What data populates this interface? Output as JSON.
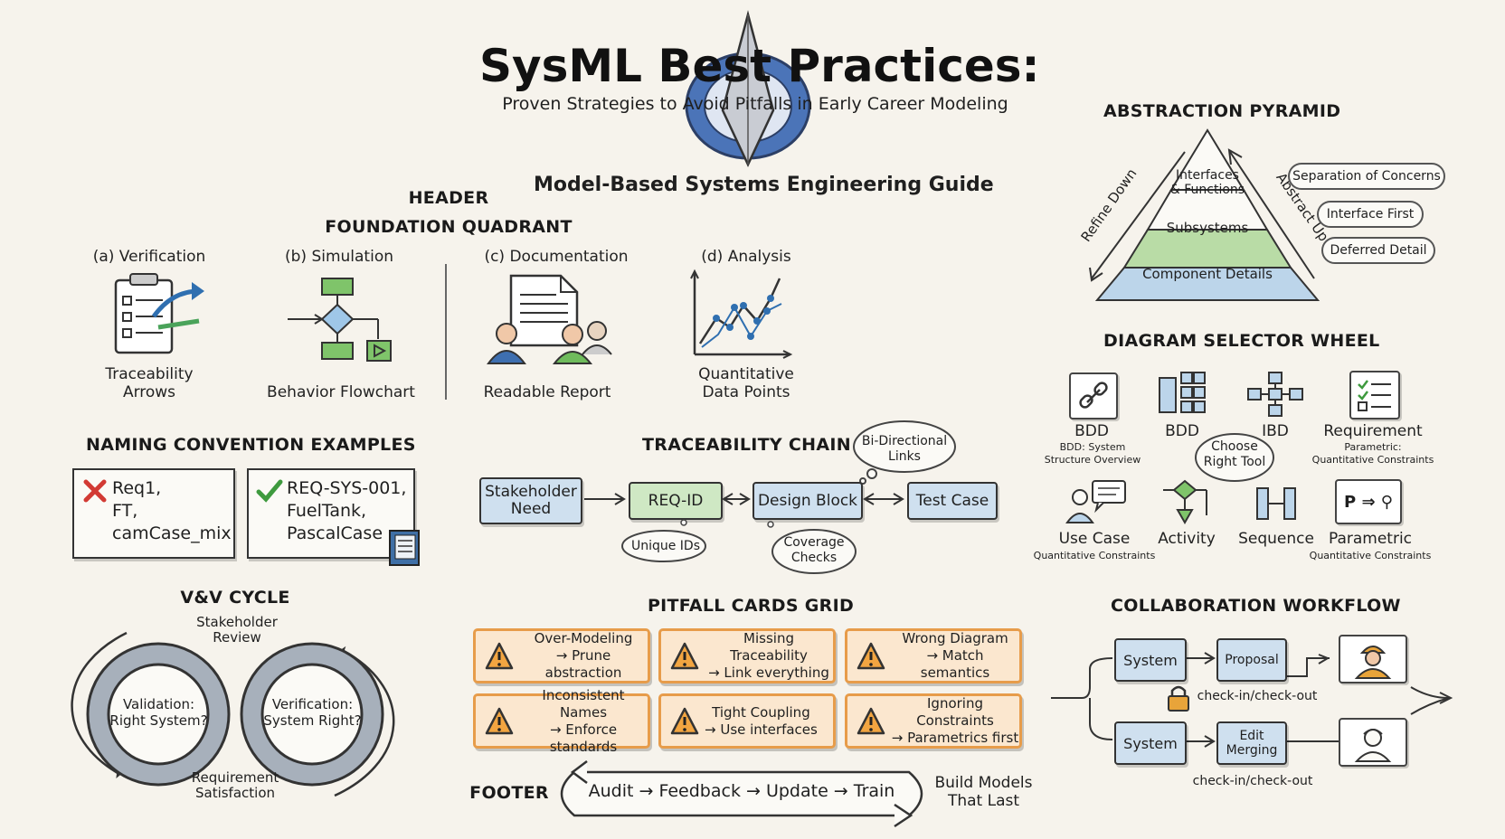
{
  "title": "SysML Best Practices:",
  "subtitle": "Proven Strategies to Avoid Pitfalls in Early Career Modeling",
  "guide_label": "Model-Based Systems Engineering Guide",
  "header_label": "HEADER",
  "foundation": {
    "title": "FOUNDATION QUADRANT",
    "items": [
      {
        "label": "(a) Verification",
        "caption": "Traceability\nArrows"
      },
      {
        "label": "(b) Simulation",
        "caption": "Behavior Flowchart"
      },
      {
        "label": "(c) Documentation",
        "caption": "Readable Report"
      },
      {
        "label": "(d) Analysis",
        "caption": "Quantitative\nData Points"
      }
    ]
  },
  "naming": {
    "title": "NAMING CONVENTION EXAMPLES",
    "bad": "Req1,\nFT,\ncamCase_mix",
    "good": "REQ-SYS-001,\nFuelTank,\nPascalCase"
  },
  "traceability": {
    "title": "TRACEABILITY CHAIN",
    "nodes": [
      "Stakeholder\nNeed",
      "REQ-ID",
      "Design Block",
      "Test Case"
    ],
    "notes": {
      "bidirectional": "Bi-Directional\nLinks",
      "unique": "Unique IDs",
      "coverage": "Coverage\nChecks"
    }
  },
  "vv": {
    "title": "V&V CYCLE",
    "top": "Stakeholder\nReview",
    "bottom": "Requirement\nSatisfaction",
    "left_gear": "Validation:\nRight System?",
    "right_gear": "Verification:\nSystem Right?"
  },
  "pitfalls": {
    "title": "PITFALL CARDS GRID",
    "cards": [
      "Over-Modeling\n→ Prune abstraction",
      "Missing Traceability\n→ Link everything",
      "Wrong Diagram\n→ Match semantics",
      "Inconsistent Names\n→ Enforce standards",
      "Tight Coupling\n→ Use interfaces",
      "Ignoring Constraints\n→ Parametrics first"
    ]
  },
  "footer": {
    "label": "FOOTER",
    "cycle": "Audit → Feedback → Update → Train",
    "tagline": "Build Models\nThat Last"
  },
  "pyramid": {
    "title": "ABSTRACTION PYRAMID",
    "levels": [
      "Interfaces\n& Functions",
      "Subsystems",
      "Component Details"
    ],
    "left_arrow": "Refine Down",
    "right_arrow": "Abstract Up",
    "tags": [
      "Separation of Concerns",
      "Interface First",
      "Deferred Detail"
    ]
  },
  "wheel": {
    "title": "DIAGRAM SELECTOR WHEEL",
    "center": "Choose\nRight Tool",
    "top": [
      {
        "label": "BDD",
        "sub": "BDD: System\nStructure Overview"
      },
      {
        "label": "BDD",
        "sub": ""
      },
      {
        "label": "IBD",
        "sub": ""
      },
      {
        "label": "Requirement",
        "sub": "Parametric:\nQuantitative Constraints"
      }
    ],
    "bottom": [
      {
        "label": "Use Case",
        "sub": "Quantitative Constraints"
      },
      {
        "label": "Activity",
        "sub": ""
      },
      {
        "label": "Sequence",
        "sub": ""
      },
      {
        "label": "Parametric",
        "sub": "Quantitative Constraints"
      }
    ]
  },
  "collab": {
    "title": "COLLABORATION WORKFLOW",
    "system_top": "System",
    "system_bottom": "System",
    "mid_top": "Proposal",
    "mid_bottom": "Edit\nMerging",
    "checkin_top": "check-in/check-out",
    "checkin_bottom": "check-in/check-out"
  },
  "colors": {
    "blue": "#cfe0ef",
    "green": "#cfe8c4",
    "orange": "#e79c4a",
    "bg": "#f6f3ec"
  }
}
